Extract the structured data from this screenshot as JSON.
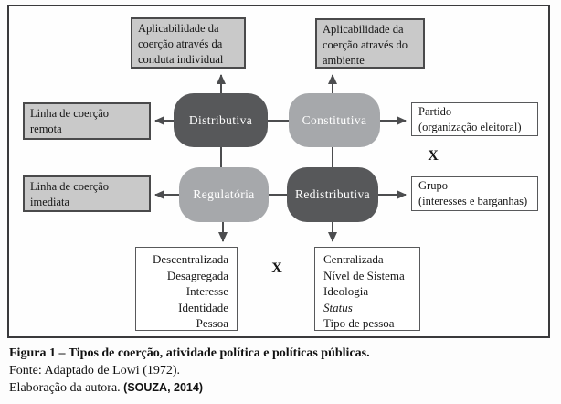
{
  "colors": {
    "shape-dark": "#57585a",
    "shape-light": "#a6a8ab",
    "gray-box-fill": "#c9c9c9",
    "gray-box-border": "#4a4a4b",
    "white-box-border": "#58595b",
    "outer-border": "#3a3a3c",
    "line": "#4c4d4f",
    "text": "#161616"
  },
  "diagram": {
    "applicability_boxes": {
      "conduct": "Aplicabilidade da\ncoerção através da\nconduta individual",
      "environment": "Aplicabilidade da\ncoerção através do\nambiente"
    },
    "coercion_boxes": {
      "remote": "Linha de coerção\nremota",
      "immediate": "Linha de coerção\nimediata"
    },
    "policy_types": {
      "distributive": "Distributiva",
      "constitutive": "Constitutiva",
      "regulatory": "Regulatória",
      "redistributive": "Redistributiva"
    },
    "right_boxes": {
      "party": "Partido\n(organização eleitoral)",
      "group": "Grupo\n(interesses e barganhas)"
    },
    "versus_x_right": "X",
    "versus_x_bottom": "X",
    "bottom_lists": {
      "decentralized": [
        "Descentralizada",
        "Desagregada",
        "Interesse",
        "Identidade",
        "Pessoa"
      ],
      "centralized": [
        "Centralizada",
        "Nível de Sistema",
        "Ideologia",
        "Status",
        "Tipo de pessoa"
      ]
    }
  },
  "caption": {
    "title": "Figura 1 – Tipos de coerção, atividade política e políticas públicas.",
    "source": "Fonte: Adaptado de Lowi (1972).",
    "elaboration": "Elaboração da autora.",
    "citation": "(SOUZA, 2014)"
  }
}
